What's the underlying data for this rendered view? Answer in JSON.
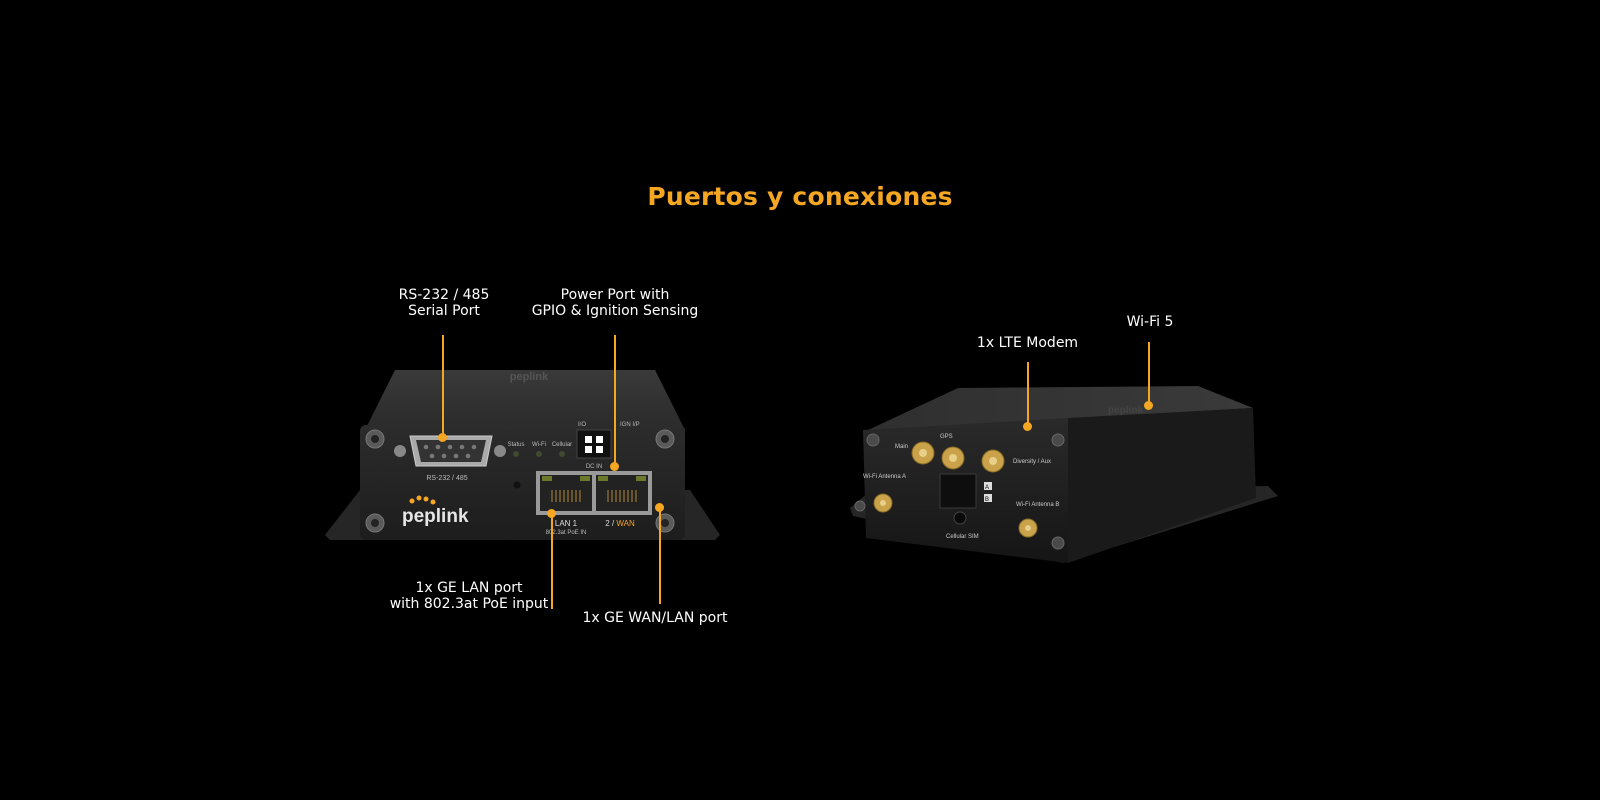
{
  "page": {
    "title": "Puertos y conexiones",
    "accent_color": "#f5a623",
    "background": "#000000"
  },
  "callouts": {
    "serial_port": {
      "line1": "RS-232 / 485",
      "line2": "Serial Port"
    },
    "power_port": {
      "line1": "Power Port with",
      "line2": "GPIO & Ignition Sensing"
    },
    "lan_port": {
      "line1": "1x GE LAN port",
      "line2": "with 802.3at PoE input"
    },
    "wan_port": {
      "line1": "1x GE WAN/LAN port"
    },
    "lte_modem": {
      "line1": "1x LTE Modem"
    },
    "wifi": {
      "line1": "Wi-Fi 5"
    }
  },
  "front_device": {
    "brand_logo": "peplink",
    "top_logo": "peplink",
    "serial_label": "RS-232 / 485",
    "io_label": "I/O",
    "ign_label": "IGN I/P",
    "dc_label": "DC IN",
    "led_labels": [
      "Status",
      "Wi-Fi",
      "Cellular"
    ],
    "lan1_label": "LAN 1",
    "lan1_sub": "802.3at PoE IN",
    "wan_label_prefix": "2 / ",
    "wan_label_accent": "WAN"
  },
  "rear_device": {
    "top_logo": "peplink",
    "ports": [
      "Main",
      "GPS",
      "Diversity / Aux",
      "Wi-Fi Antenna A",
      "Wi-Fi Antenna B",
      "Cellular SIM"
    ],
    "sim_slots": [
      "A",
      "B"
    ]
  }
}
